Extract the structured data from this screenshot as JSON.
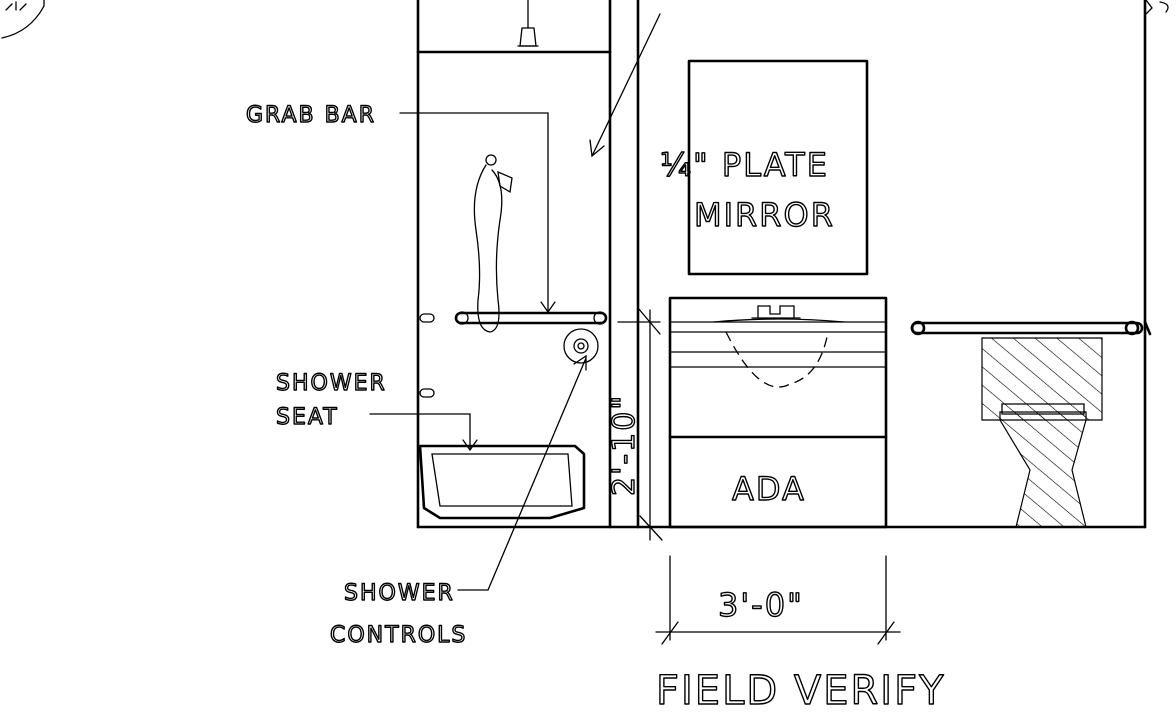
{
  "labels": {
    "grab_bar": "GRAB BAR",
    "shower_seat_line1": "SHOWER",
    "shower_seat_line2": "SEAT",
    "shower_controls_line1": "SHOWER",
    "shower_controls_line2": "CONTROLS",
    "mirror_line1": "¼\" PLATE",
    "mirror_line2": "MIRROR",
    "vanity": "ADA",
    "vanity_height": "2'-10\"",
    "vanity_width": "3'-0\"",
    "field_verify": "FIELD VERIFY"
  }
}
